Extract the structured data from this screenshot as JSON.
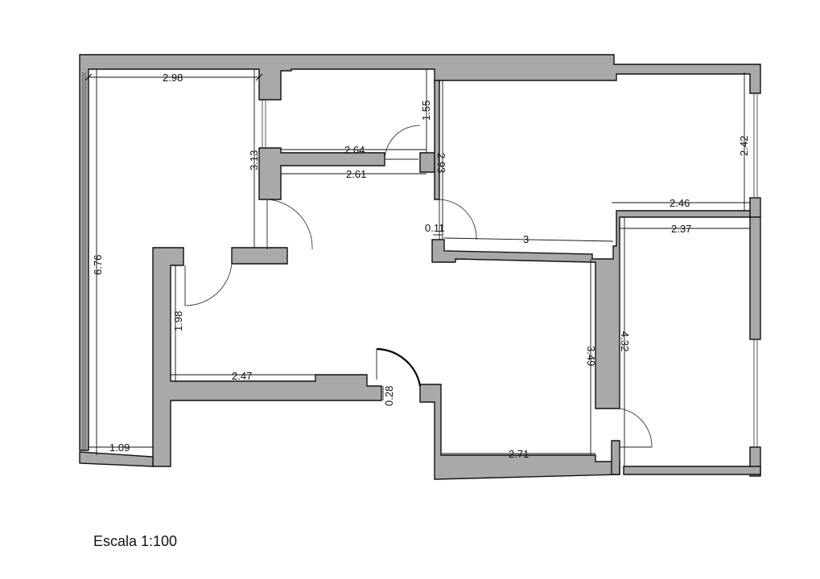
{
  "scale_label": "Escala 1:100",
  "dimensions": {
    "d298": "2.98",
    "d155": "1.55",
    "d264": "2.64",
    "d261": "2.61",
    "d313": "3.13",
    "d293": "2.93",
    "d242": "2.42",
    "d246": "2.46",
    "d237": "2.37",
    "d011": "0.11",
    "d3": "3",
    "d676": "6.76",
    "d198": "1.98",
    "d247": "2.47",
    "d028": "0.28",
    "d349": "3.49",
    "d432": "4.32",
    "d109": "1.09",
    "d271": "2.71"
  },
  "colors": {
    "wall_fill": "#a9a9a9",
    "line": "#111111",
    "background": "#ffffff"
  }
}
